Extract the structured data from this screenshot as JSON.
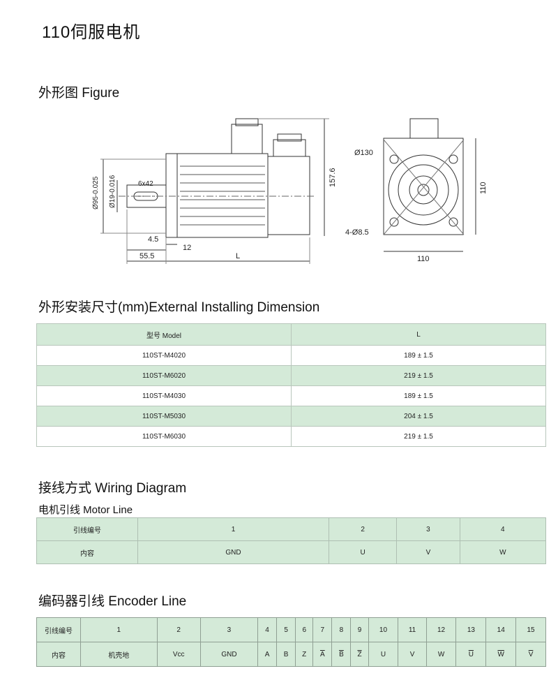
{
  "page_title": "110伺服电机",
  "sections": {
    "figure": "外形图 Figure",
    "dimension": "外形安装尺寸(mm)External Installing Dimension",
    "wiring": "接线方式 Wiring Diagram",
    "motor_line": "电机引线 Motor Line",
    "encoder_line": "编码器引线 Encoder Line"
  },
  "drawing_labels": {
    "shaft_key": "6x42",
    "flange_dia": "Ø95-0.025",
    "shaft_dia": "Ø19-0.016",
    "dim_4_5": "4.5",
    "dim_12": "12",
    "dim_55_5": "55.5",
    "dim_L": "L",
    "height_157_6": "157.6",
    "pcd": "Ø130",
    "holes": "4-Ø8.5",
    "width_110": "110",
    "height_110": "110"
  },
  "dimension_table": {
    "headers": [
      "型号 Model",
      "L"
    ],
    "rows": [
      [
        "110ST-M4020",
        "189 ± 1.5"
      ],
      [
        "110ST-M6020",
        "219 ± 1.5"
      ],
      [
        "110ST-M4030",
        "189 ± 1.5"
      ],
      [
        "110ST-M5030",
        "204 ± 1.5"
      ],
      [
        "110ST-M6030",
        "219 ± 1.5"
      ]
    ]
  },
  "motor_table": {
    "row1_label": "引线编号",
    "row2_label": "内容",
    "numbers": [
      "1",
      "2",
      "3",
      "4"
    ],
    "contents": [
      "GND",
      "U",
      "V",
      "W"
    ]
  },
  "encoder_table": {
    "row1_label": "引线编号",
    "row2_label": "内容",
    "numbers": [
      "1",
      "2",
      "3",
      "4",
      "5",
      "6",
      "7",
      "8",
      "9",
      "10",
      "11",
      "12",
      "13",
      "14",
      "15"
    ],
    "contents": [
      "机壳地",
      "Vcc",
      "GND",
      "A",
      "B",
      "Z",
      "A",
      "B",
      "Z",
      "U",
      "V",
      "W",
      "U",
      "W",
      "V"
    ]
  },
  "colors": {
    "table_green": "#d4ead8",
    "line": "#333333"
  }
}
